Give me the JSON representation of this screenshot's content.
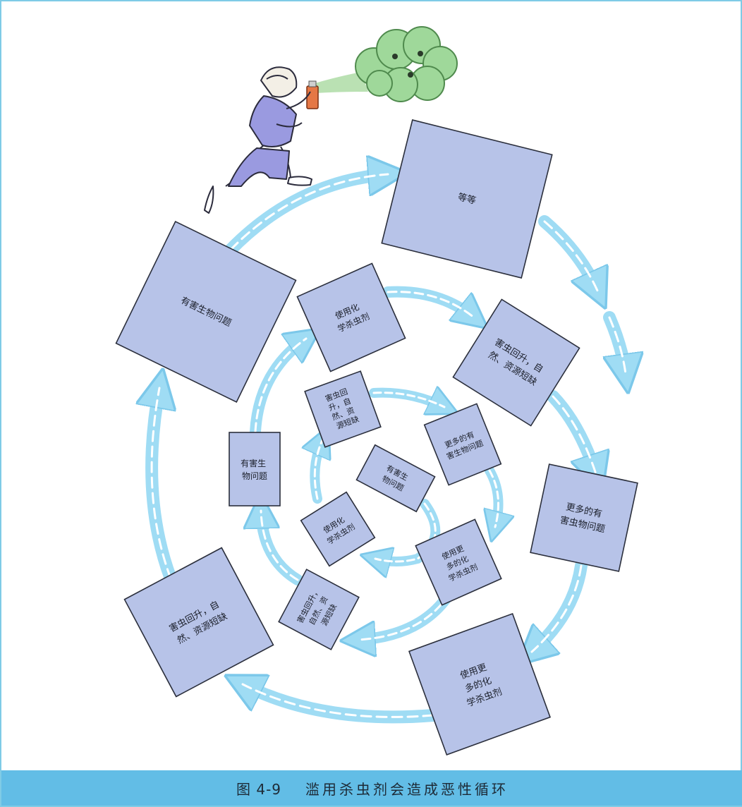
{
  "diagram": {
    "caption_number": "图 4-9",
    "caption_text": "滥用杀虫剂会造成恶性循环",
    "boxes": {
      "outer_top": [
        "等等"
      ],
      "outer_left": [
        "有害生物问题"
      ],
      "outer_right": [
        "更多的有",
        "害虫物问题"
      ],
      "outer_bottom_right": [
        "使用更",
        "多的化",
        "学杀虫剂"
      ],
      "outer_bottom_left": [
        "害虫回升，自",
        "然、资源短缺"
      ],
      "outer_upper_right": [
        "害虫回升，自",
        "然、资源短缺"
      ],
      "mid_top": [
        "使用化",
        "学杀虫剂"
      ],
      "mid_left": [
        "有害生",
        "物问题"
      ],
      "inner_top": [
        "害虫回",
        "升，自",
        "然、资",
        "源短缺"
      ],
      "inner_right": [
        "更多的有",
        "害生物问题"
      ],
      "inner_bottom_right": [
        "使用更",
        "多的化",
        "学杀虫剂"
      ],
      "inner_bottom_left": [
        "害虫回升，",
        "自然、资",
        "源短缺"
      ],
      "center": [
        "有害生",
        "物问题"
      ],
      "center_left": [
        "使用化",
        "学杀虫剂"
      ]
    },
    "colors": {
      "box_fill": "#b7c3e8",
      "box_stroke": "#2b2f3c",
      "arrow_fill": "#9fdcf4",
      "arrow_dash": "#ffffff",
      "caption_bar": "#62bde6"
    }
  }
}
